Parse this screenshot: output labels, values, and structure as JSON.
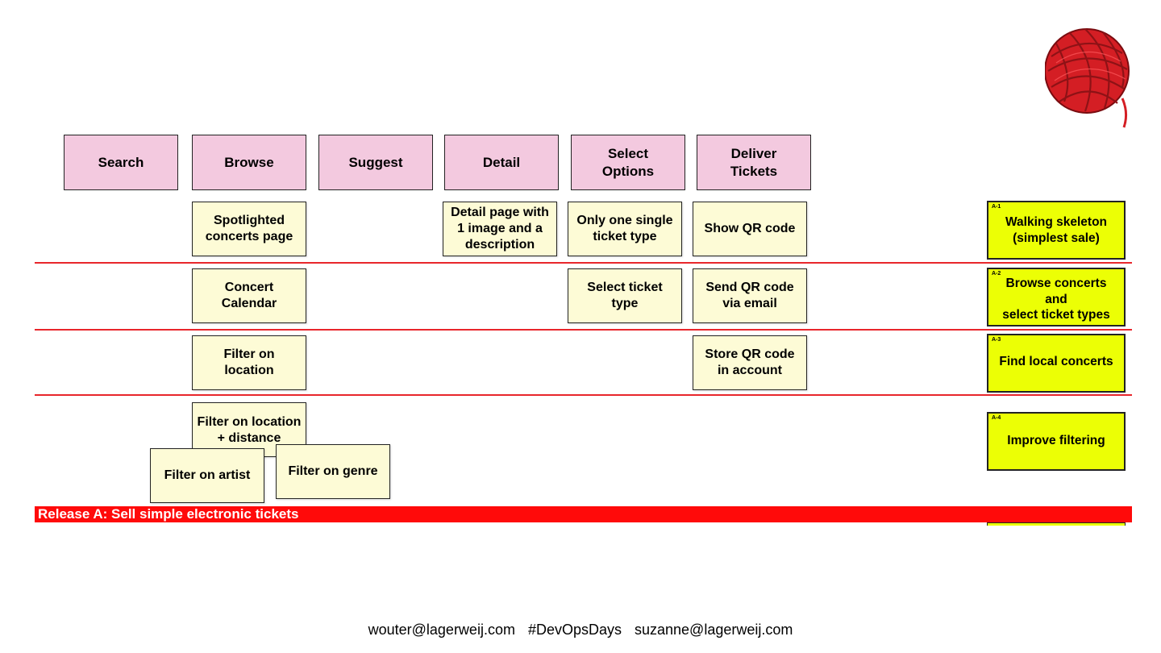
{
  "activities": {
    "search": "Search",
    "browse": "Browse",
    "suggest": "Suggest",
    "detail": "Detail",
    "select_options": "Select\nOptions",
    "deliver_tickets": "Deliver\nTickets"
  },
  "stories": {
    "spotlighted": "Spotlighted\nconcerts page",
    "detail_page": "Detail page with\n1 image and a\ndescription",
    "one_ticket_type": "Only one single\nticket type",
    "show_qr": "Show QR code",
    "concert_calendar": "Concert\nCalendar",
    "select_ticket_type": "Select ticket\ntype",
    "send_qr_email": "Send QR code\nvia email",
    "filter_location": "Filter on\nlocation",
    "store_qr_account": "Store QR code\nin account",
    "filter_location_distance": "Filter on location\n+ distance",
    "filter_artist": "Filter on artist",
    "filter_genre": "Filter on genre"
  },
  "releases": [
    {
      "code": "A-1",
      "label": "Walking skeleton\n(simplest sale)"
    },
    {
      "code": "A-2",
      "label": "Browse concerts\nand\nselect ticket types"
    },
    {
      "code": "A-3",
      "label": "Find local concerts"
    },
    {
      "code": "A-4",
      "label": "Improve filtering"
    }
  ],
  "release_banner": "Release A: Sell simple electronic tickets",
  "footer": {
    "email_1": "wouter@lagerweij.com",
    "hashtag": "#DevOpsDays",
    "email_2": "suzanne@lagerweij.com"
  },
  "colors": {
    "activity": "#f3c9df",
    "story": "#fdfbd6",
    "release_card": "#ecff05",
    "release_line": "#e8262b",
    "banner": "#ff0a0a",
    "yarn": "#d41e24"
  },
  "icons": {
    "logo": "yarn-ball-icon"
  }
}
